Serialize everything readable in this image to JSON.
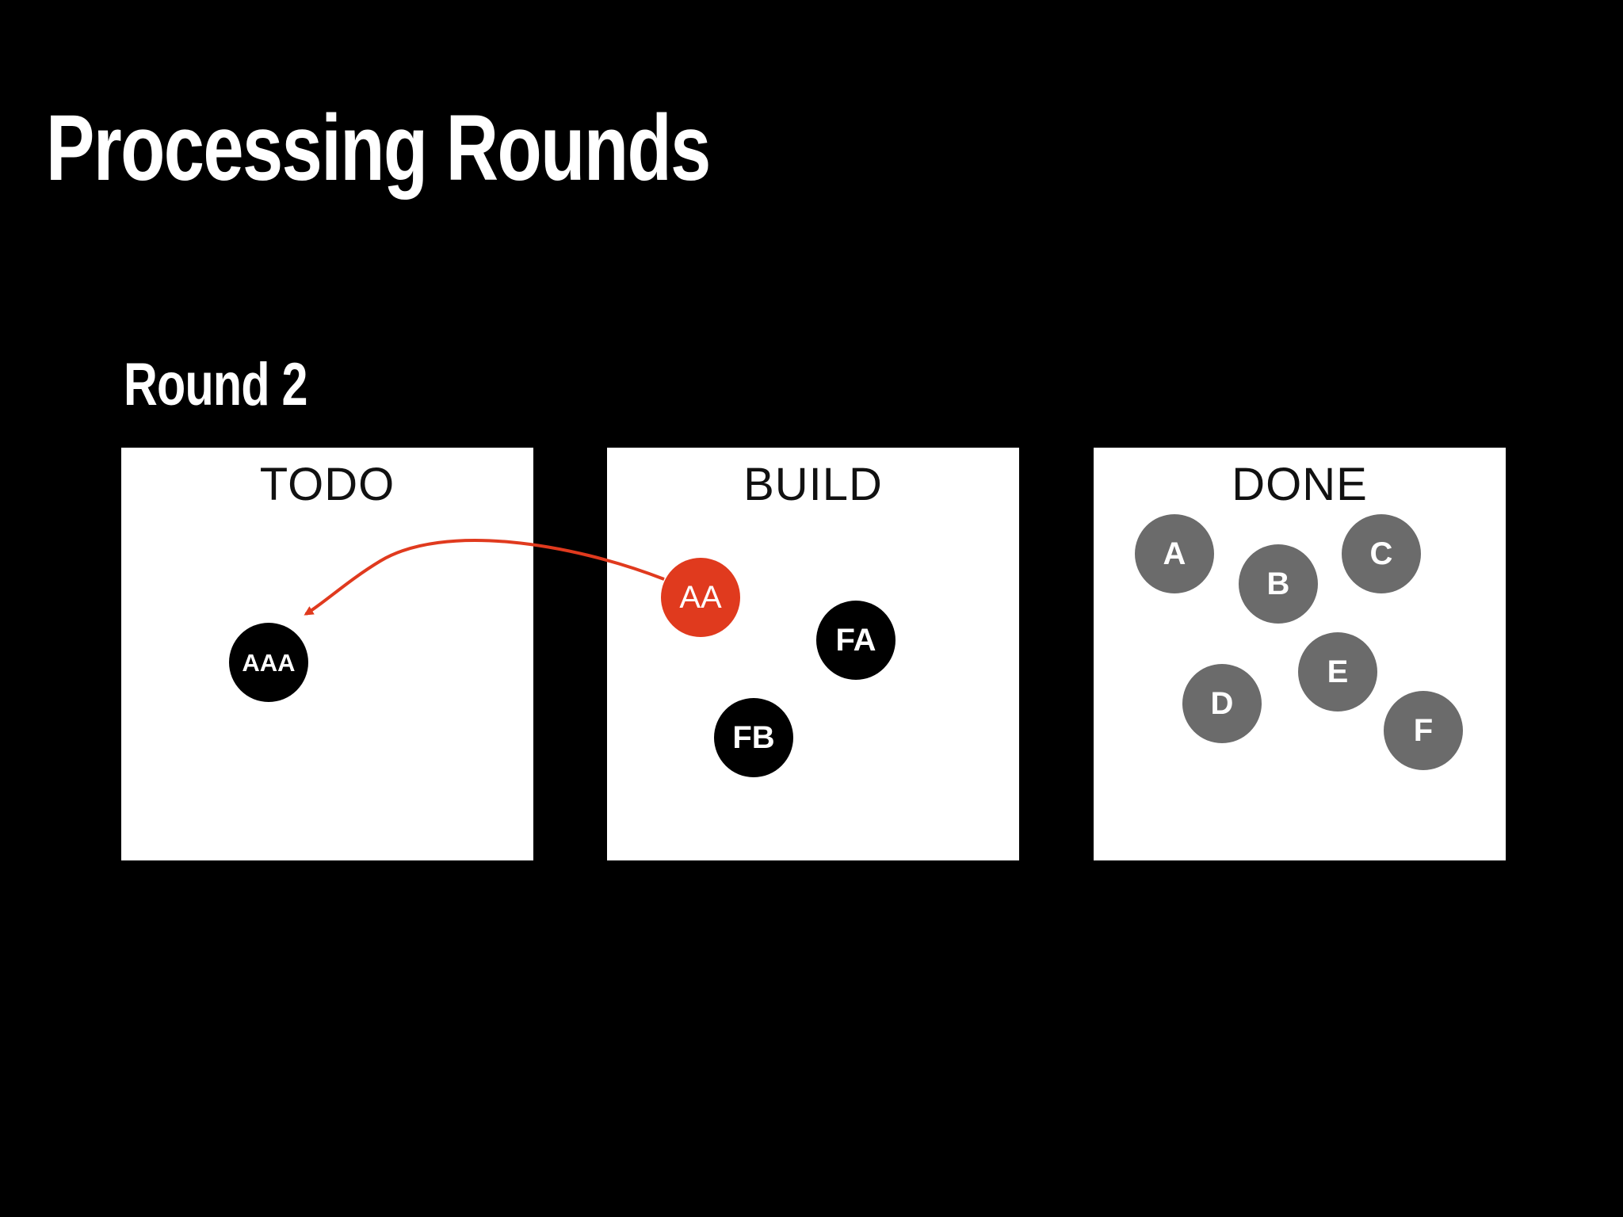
{
  "slide": {
    "title": "Processing Rounds",
    "round_label": "Round 2"
  },
  "boxes": {
    "todo": {
      "title": "TODO",
      "nodes": [
        "AAA"
      ]
    },
    "build": {
      "title": "BUILD",
      "nodes": [
        "AA",
        "FA",
        "FB"
      ]
    },
    "done": {
      "title": "DONE",
      "nodes": [
        "A",
        "B",
        "C",
        "D",
        "E",
        "F"
      ]
    }
  },
  "arrow": {
    "from": "AA",
    "to": "AAA"
  },
  "colors": {
    "background": "#000000",
    "box": "#ffffff",
    "pending_node": "#000000",
    "active_node": "#e03a1e",
    "done_node": "#6b6b6b",
    "arrow": "#e03a1e"
  }
}
